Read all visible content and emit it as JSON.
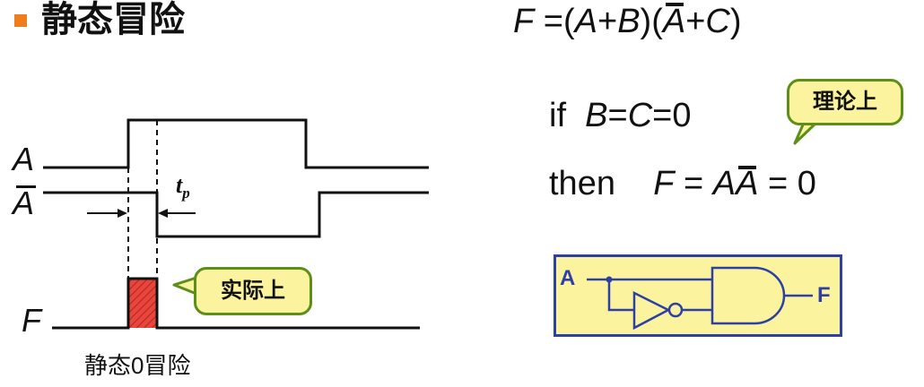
{
  "title": {
    "text": "静态冒险",
    "bullet_color": "#f07c1e"
  },
  "formula": {
    "lhs": "F",
    "eq": " =(",
    "a": "A",
    "plus1": "+",
    "b": "B",
    "mid": ")(",
    "a_bar": "A",
    "plus2": "+",
    "c": "C",
    "close": ")"
  },
  "condition": {
    "if_word": "if",
    "b": "B",
    "eq1": "=",
    "c": "C",
    "eq2": "=0"
  },
  "result": {
    "then_word": "then",
    "f": "F",
    "eq": " = ",
    "a": "A",
    "a_bar": "A",
    "tail": " = 0"
  },
  "callouts": {
    "theory": "理论上",
    "actual": "实际上",
    "fill": "#fbf39d",
    "border": "#5c8f17"
  },
  "timing": {
    "signal_a": "A",
    "signal_a_bar": "A",
    "signal_f": "F",
    "tp_base": "t",
    "tp_sub": "p",
    "glitch_color": "#e8453c"
  },
  "caption": "静态0冒险",
  "gate": {
    "input_label": "A",
    "output_label": "F",
    "fill": "#fbf39d",
    "border": "#2e3fa6"
  }
}
